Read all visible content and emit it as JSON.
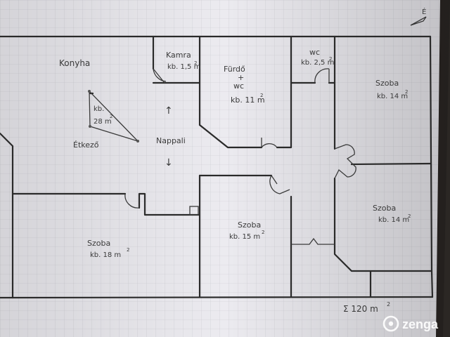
{
  "rooms": {
    "kitchen": {
      "name": "Konyha"
    },
    "pantry": {
      "name": "Kamra",
      "area": "kb. 1,5 m",
      "sup": "2"
    },
    "bath": {
      "name": "Fürdő",
      "plus": "+",
      "wc": "wc",
      "area": "kb. 11 m",
      "sup": "2"
    },
    "wc": {
      "name": "wc",
      "area": "kb. 2,5 m",
      "sup": "2"
    },
    "room_ne": {
      "name": "Szoba",
      "area": "kb. 14 m",
      "sup": "2"
    },
    "dining": {
      "name": "Étkező",
      "area_a": "kb.",
      "area_b": "28 m",
      "sup": "2"
    },
    "living": {
      "name": "Nappali"
    },
    "room_sw": {
      "name": "Szoba",
      "area": "kb. 18 m",
      "sup": "2"
    },
    "room_s": {
      "name": "Szoba",
      "area": "kb. 15 m",
      "sup": "2"
    },
    "room_se": {
      "name": "Szoba",
      "area": "kb. 14 m",
      "sup": "2"
    }
  },
  "total": {
    "text": "Σ 120 m",
    "sup": "2"
  },
  "north_label": "É",
  "arrows": {
    "up": "↑",
    "down": "↓"
  },
  "watermark": {
    "brand": "zenga"
  },
  "colors": {
    "paper": "#ecebf0",
    "ink": "#2a2a2a",
    "grid": "#c9c9cf",
    "background": "#2b2724"
  }
}
